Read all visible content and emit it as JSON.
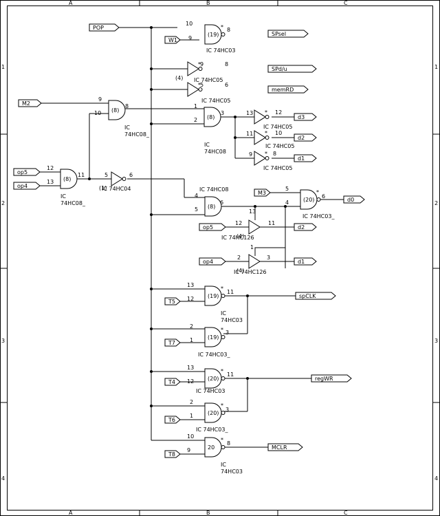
{
  "sheet": {
    "columns": [
      "A",
      "B",
      "C"
    ],
    "rows": [
      "1",
      "2",
      "3",
      "4"
    ]
  },
  "ports": {
    "in": [
      {
        "id": "pop",
        "label": "POP"
      },
      {
        "id": "w1",
        "label": "W1"
      },
      {
        "id": "m2",
        "label": "M2"
      },
      {
        "id": "op5a",
        "label": "op5"
      },
      {
        "id": "op4a",
        "label": "op4"
      },
      {
        "id": "m3",
        "label": "M3"
      },
      {
        "id": "op5b",
        "label": "op5"
      },
      {
        "id": "op4b",
        "label": "op4"
      },
      {
        "id": "t5",
        "label": "T5"
      },
      {
        "id": "t7",
        "label": "T7"
      },
      {
        "id": "t4",
        "label": "T4"
      },
      {
        "id": "t6",
        "label": "T6"
      },
      {
        "id": "t8",
        "label": "T8"
      }
    ],
    "out": [
      {
        "id": "spsel",
        "label": "SPsel"
      },
      {
        "id": "spdu",
        "label": "SPd/u_"
      },
      {
        "id": "memrd",
        "label": "memRD"
      },
      {
        "id": "d3",
        "label": "d3"
      },
      {
        "id": "d2a",
        "label": "d2"
      },
      {
        "id": "d1a",
        "label": "d1"
      },
      {
        "id": "d0",
        "label": "d0"
      },
      {
        "id": "d2b",
        "label": "d2"
      },
      {
        "id": "d1b",
        "label": "d1"
      },
      {
        "id": "spclk",
        "label": "spCLK"
      },
      {
        "id": "regwr",
        "label": "regWR"
      },
      {
        "id": "mclr",
        "label": "MCLR"
      }
    ]
  },
  "gates": [
    {
      "id": "nand-spsel",
      "type": "nand",
      "unit": "(19)",
      "ic": "IC  74HC03",
      "pins": [
        "10",
        "9",
        "8"
      ],
      "star": true
    },
    {
      "id": "inv-spdu",
      "type": "not",
      "unit": "(4)",
      "ic": "IC  74HC05",
      "pins": [
        "9",
        "8"
      ],
      "star": true
    },
    {
      "id": "inv-memrd",
      "type": "not",
      "unit": "",
      "ic": "IC  74HC05",
      "pins": [
        "5",
        "6"
      ],
      "star": true
    },
    {
      "id": "and-m2",
      "type": "and",
      "unit": "(8)",
      "ic": "IC\n74HC08_",
      "pins": [
        "9",
        "10",
        "8"
      ],
      "star": false
    },
    {
      "id": "and-mid",
      "type": "and",
      "unit": "(8)",
      "ic": "IC\n74HC08",
      "pins": [
        "1",
        "2",
        "3"
      ],
      "star": false
    },
    {
      "id": "inv-d3",
      "type": "not",
      "unit": "",
      "ic": "IC  74HC05",
      "pins": [
        "13",
        "12"
      ],
      "star": true
    },
    {
      "id": "inv-d2",
      "type": "not",
      "unit": "",
      "ic": "IC  74HC05",
      "pins": [
        "11",
        "10"
      ],
      "star": true
    },
    {
      "id": "inv-d1",
      "type": "not",
      "unit": "",
      "ic": "IC  74HC05",
      "pins": [
        "9",
        "8"
      ],
      "star": true
    },
    {
      "id": "and-op",
      "type": "and",
      "unit": "(8)",
      "ic": "IC\n74HC08_",
      "pins": [
        "12",
        "13",
        "11"
      ],
      "star": false
    },
    {
      "id": "inv-74hc04",
      "type": "not",
      "unit": "(1)",
      "ic": "IC  74HC04",
      "pins": [
        "5",
        "6"
      ],
      "star": false
    },
    {
      "id": "and-lower",
      "type": "and",
      "unit": "(8)",
      "ic": "IC  74HC08",
      "pins": [
        "4",
        "5",
        "6"
      ],
      "star": false
    },
    {
      "id": "nand-d0",
      "type": "nand",
      "unit": "(20)",
      "ic": "IC   74HC03_",
      "pins": [
        "5",
        "4",
        "6"
      ],
      "star": true
    },
    {
      "id": "buf-d2",
      "type": "buf",
      "unit": "(4)",
      "ic": "IC    74HC126",
      "pins": [
        "12",
        "11",
        "13"
      ],
      "star": false
    },
    {
      "id": "buf-d1",
      "type": "buf",
      "unit": "(4)",
      "ic": "IC    74HC126",
      "pins": [
        "2",
        "3",
        "1"
      ],
      "star": false
    },
    {
      "id": "nand-spclk-a",
      "type": "nand",
      "unit": "(19)",
      "ic": "IC\n74HC03",
      "pins": [
        "13",
        "12",
        "11"
      ],
      "star": true
    },
    {
      "id": "nand-spclk-b",
      "type": "nand",
      "unit": "(19)",
      "ic": "IC  74HC03_",
      "pins": [
        "2",
        "1",
        "3"
      ],
      "star": true
    },
    {
      "id": "nand-regwr-a",
      "type": "nand",
      "unit": "(20)",
      "ic": "IC        74HC03",
      "pins": [
        "13",
        "12",
        "11"
      ],
      "star": true
    },
    {
      "id": "nand-regwr-b",
      "type": "nand",
      "unit": "(20)",
      "ic": "IC   74HC03_",
      "pins": [
        "2",
        "1",
        "3"
      ],
      "star": true
    },
    {
      "id": "nand-mclr",
      "type": "nand",
      "unit": "20",
      "ic": "IC\n74HC03",
      "pins": [
        "10",
        "9",
        "8"
      ],
      "star": true
    }
  ]
}
